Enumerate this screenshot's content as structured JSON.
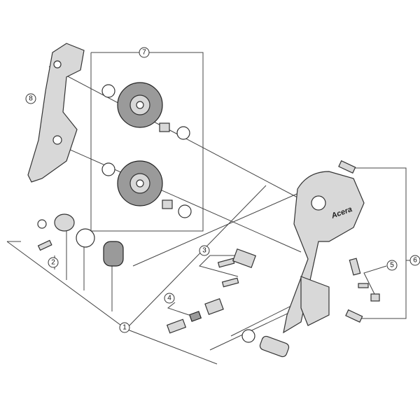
{
  "diagram": {
    "brand_label": "Acera",
    "callouts": [
      {
        "id": "1",
        "label": "1"
      },
      {
        "id": "2",
        "label": "2"
      },
      {
        "id": "3",
        "label": "3"
      },
      {
        "id": "4",
        "label": "4"
      },
      {
        "id": "5",
        "label": "5"
      },
      {
        "id": "6",
        "label": "6"
      },
      {
        "id": "7",
        "label": "7"
      },
      {
        "id": "8",
        "label": "8"
      }
    ]
  }
}
